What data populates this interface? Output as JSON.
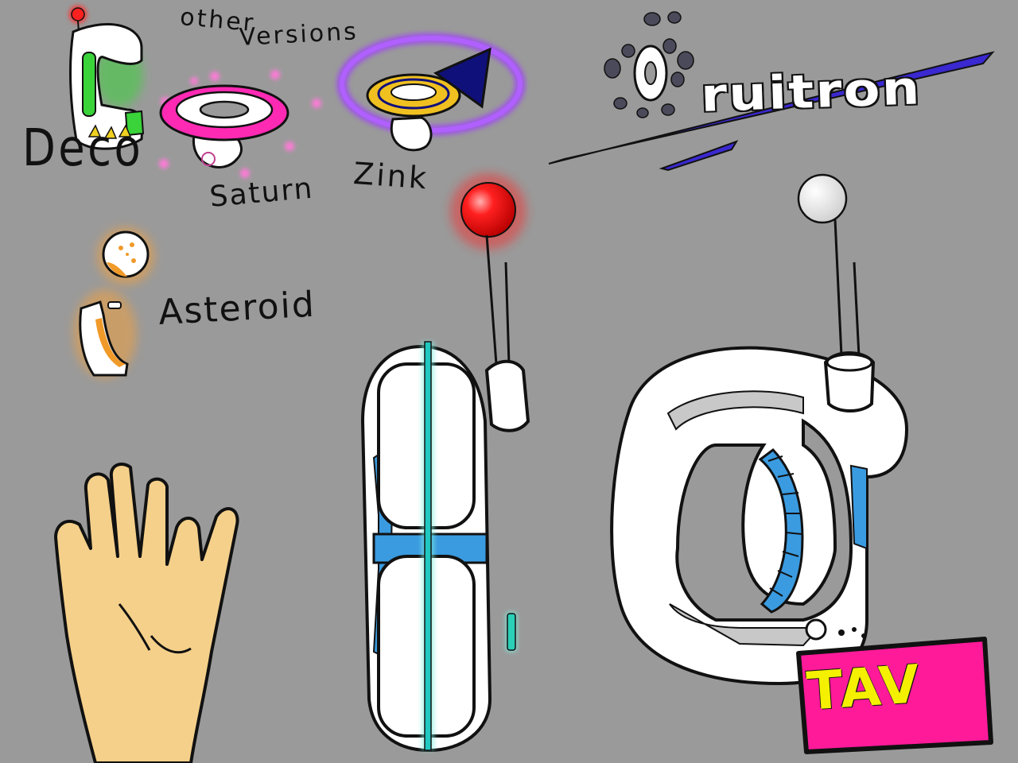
{
  "labels": {
    "deco": "Deco",
    "other": "other",
    "versions": "Versions",
    "saturn": "Saturn",
    "zink": "Zink",
    "asteroid": "Asteroid",
    "logo": "ruitron",
    "signature": "TAV"
  },
  "colors": {
    "background": "#9a9a9a",
    "robot_body": "#ffffff",
    "accent_blue": "#3a9be0",
    "glow_cyan": "#7ff0e0",
    "red_bulb": "#ff2020",
    "white_bulb": "#f4f4f4",
    "hand": "#f5d08a",
    "saturn_pink": "#ff2ab4",
    "zink_purple": "#a040ff",
    "zink_navy": "#10107a",
    "asteroid_orange": "#f09a2a",
    "deco_green": "#3ad33a",
    "deco_yellow": "#f0d020",
    "logo_stripe": "#3a28d0",
    "signature_pink": "#ff1a9a",
    "signature_yellow": "#f4f000"
  }
}
